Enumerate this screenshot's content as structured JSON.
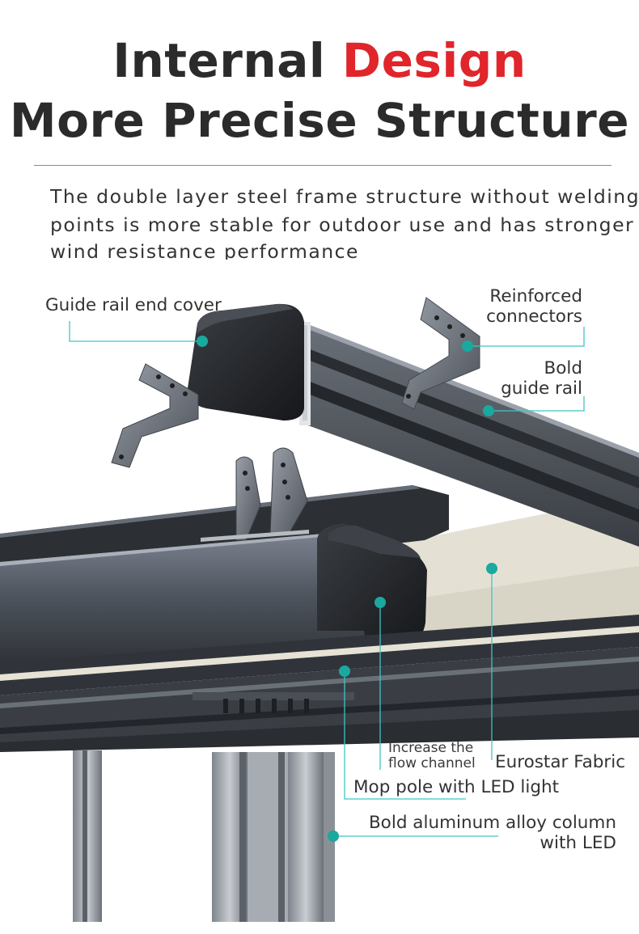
{
  "heading": {
    "line1_part1": "Internal ",
    "line1_accent": "Design",
    "line2": "More Precise Structure"
  },
  "description": {
    "line1": "The double layer steel frame structure without welding",
    "line2": "points is more stable for outdoor use and has stronger",
    "line3": "wind resistance performance"
  },
  "callouts": {
    "guide_rail_end_cover": "Guide rail end cover",
    "reinforced_connectors_l1": "Reinforced",
    "reinforced_connectors_l2": "connectors",
    "bold_guide_rail_l1": "Bold",
    "bold_guide_rail_l2": "guide rail",
    "increase_flow_l1": "Increase the",
    "increase_flow_l2": "flow channel",
    "eurostar_fabric": "Eurostar Fabric",
    "mop_pole": "Mop pole with LED light",
    "aluminum_column_l1": "Bold aluminum alloy column",
    "aluminum_column_l2": "with LED"
  },
  "colors": {
    "heading_text": "#2b2b2b",
    "accent": "#e0252b",
    "callout_line": "#3ec6c4",
    "callout_dot": "#1aa89f",
    "frame_dark": "#2a2d31",
    "fabric": "#e4e1d4"
  }
}
